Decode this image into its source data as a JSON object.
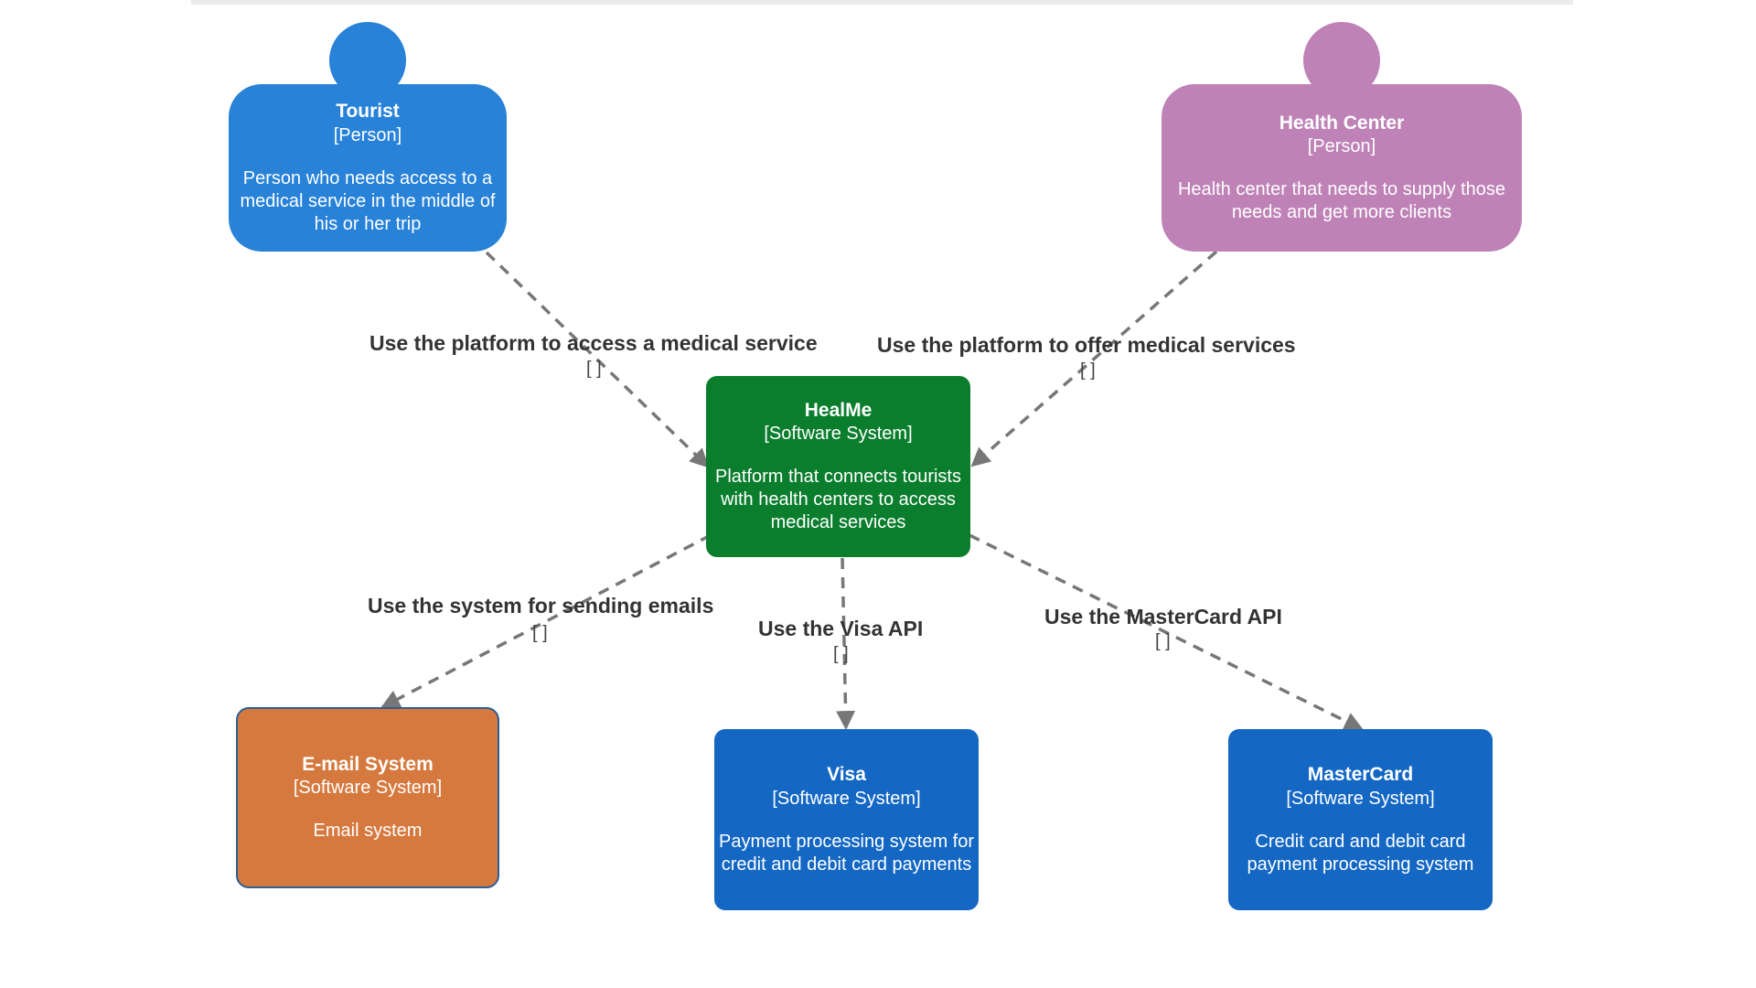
{
  "nodes": {
    "tourist": {
      "name": "Tourist",
      "type": "[Person]",
      "desc": "Person who needs access to a medical service in the middle of his or her trip",
      "color": "#2782d8"
    },
    "health_center": {
      "name": "Health Center",
      "type": "[Person]",
      "desc": "Health center that needs to supply those needs and get more clients",
      "color": "#be82b7"
    },
    "healme": {
      "name": "HealMe",
      "type": "[Software System]",
      "desc": "Platform that connects tourists with health centers to access medical services",
      "color": "#0b7e2e"
    },
    "email": {
      "name": "E-mail System",
      "type": "[Software System]",
      "desc": "Email system",
      "color": "#d5793e"
    },
    "visa": {
      "name": "Visa",
      "type": "[Software System]",
      "desc": "Payment processing system for credit and debit card payments",
      "color": "#1467c3"
    },
    "mastercard": {
      "name": "MasterCard",
      "type": "[Software System]",
      "desc": "Credit card and debit card payment processing system",
      "color": "#1467c3"
    }
  },
  "edges": {
    "tourist_healme": {
      "label": "Use the platform to access a medical service",
      "tech": "[ ]"
    },
    "health_healme": {
      "label": "Use the platform to offer medical services",
      "tech": "[ ]"
    },
    "healme_email": {
      "label": "Use the system for sending emails",
      "tech": "[ ]"
    },
    "healme_visa": {
      "label": "Use the Visa API",
      "tech": "[ ]"
    },
    "healme_mastercard": {
      "label": "Use the MasterCard API",
      "tech": "[ ]"
    }
  },
  "edge_color": "#777777"
}
